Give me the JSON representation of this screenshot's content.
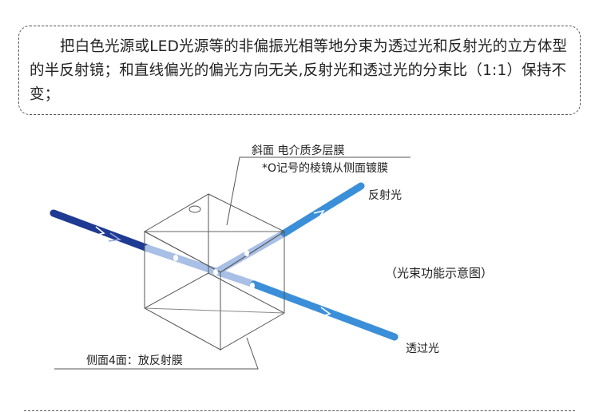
{
  "description": {
    "text": "把白色光源或LED光源等的非偏振光相等地分束为透过光和反射光的立方体型的半反射镜；和直线偏光的偏光方向无关,反射光和透过光的分束比（1:1）保持不变；"
  },
  "labels": {
    "coating_title": "斜面 电介质多层膜",
    "coating_note": "*O记号的棱镜从侧面镀膜",
    "reflected": "反射光",
    "transmitted": "透过光",
    "diagram_caption": "（光束功能示意图）",
    "side_faces": "侧面4面：放反射膜"
  },
  "colors": {
    "incident_beam": "#1f3a93",
    "output_beam": "#3b8fd8",
    "inner_beam": "#a8bfe6",
    "cube_edge": "#555555",
    "border": "#555555"
  },
  "icons": {
    "beam_marker": "chevron-arrow",
    "node_marker": "small-circle"
  }
}
